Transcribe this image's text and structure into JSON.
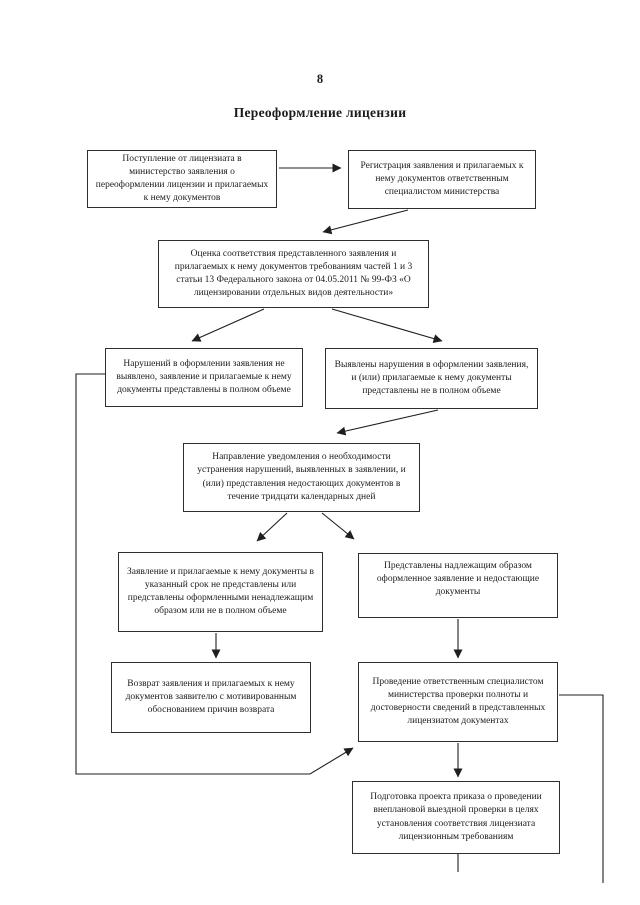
{
  "page": {
    "number": "8",
    "title": "Переоформление лицензии"
  },
  "flowchart": {
    "nodes": [
      {
        "id": "receive-application",
        "text": "Поступление от лицензиата в министерство заявления о переоформлении лицензии и прилагаемых к нему документов"
      },
      {
        "id": "register-application",
        "text": "Регистрация заявления и прилагаемых к нему документов ответственным специалистом министерства"
      },
      {
        "id": "assess-compliance",
        "text": "Оценка соответствия представленного заявления и прилагаемых к нему документов требованиям частей 1 и 3 статьи 13 Федерального закона от 04.05.2011 № 99-ФЗ «О лицензировании отдельных видов деятельности»"
      },
      {
        "id": "no-violations",
        "text": "Нарушений в оформлении заявления не выявлено, заявление и прилагаемые к нему документы представлены в полном объеме"
      },
      {
        "id": "violations-found",
        "text": "Выявлены нарушения в оформлении заявления, и (или) прилагаемые к нему документы представлены не в полном объеме"
      },
      {
        "id": "send-notice",
        "text": "Направление уведомления о необходимости устранения нарушений, выявленных в заявлении, и (или) представления недостающих документов в течение тридцати календарных дней"
      },
      {
        "id": "not-corrected",
        "text": "Заявление и прилагаемые к нему документы в указанный срок не представлены или представлены оформленными ненадлежащим образом или не в полном объеме"
      },
      {
        "id": "corrected",
        "text": "Представлены надлежащим образом оформленное заявление и недостающие документы"
      },
      {
        "id": "return-application",
        "text": "Возврат заявления и прилагаемых к нему документов заявителю с мотивированным обоснованием причин возврата"
      },
      {
        "id": "verify-information",
        "text": "Проведение ответственным специалистом министерства проверки полноты и достоверности сведений в представленных лицензиатом документах"
      },
      {
        "id": "draft-order",
        "text": "Подготовка проекта приказа о проведении внеплановой выездной проверки в целях установления соответствия лицензиата лицензионным требованиям"
      }
    ]
  },
  "colors": {
    "ink": "#1f1f1f",
    "paper": "#ffffff"
  }
}
